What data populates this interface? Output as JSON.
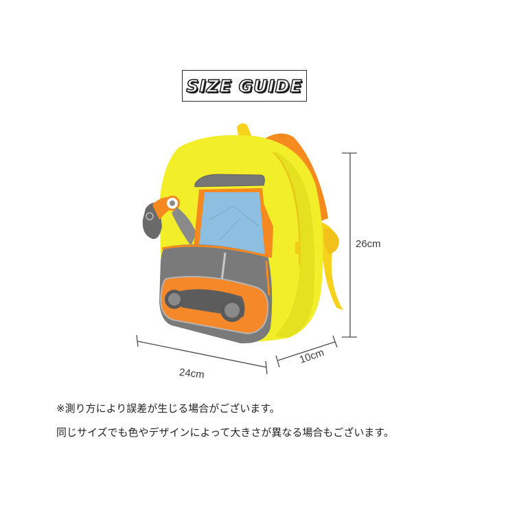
{
  "title": "SIZE GUIDE",
  "product": {
    "name": "excavator-backpack",
    "colors": {
      "body": "#f2ee2a",
      "body_shade": "#d9d518",
      "strap_orange": "#f58a1f",
      "strap_yellow": "#f7d21c",
      "cab_window": "#8ebfe0",
      "track_gray": "#6b6b6b",
      "track_orange": "#f5892a",
      "roof_gray": "#7a7a7a"
    }
  },
  "dimensions": {
    "height": "26cm",
    "width": "24cm",
    "depth": "10cm"
  },
  "notes": [
    "※測り方により誤差が生じる場合がございます。",
    "同じサイズでも色やデザインによって大きさが異なる場合もございます。"
  ]
}
